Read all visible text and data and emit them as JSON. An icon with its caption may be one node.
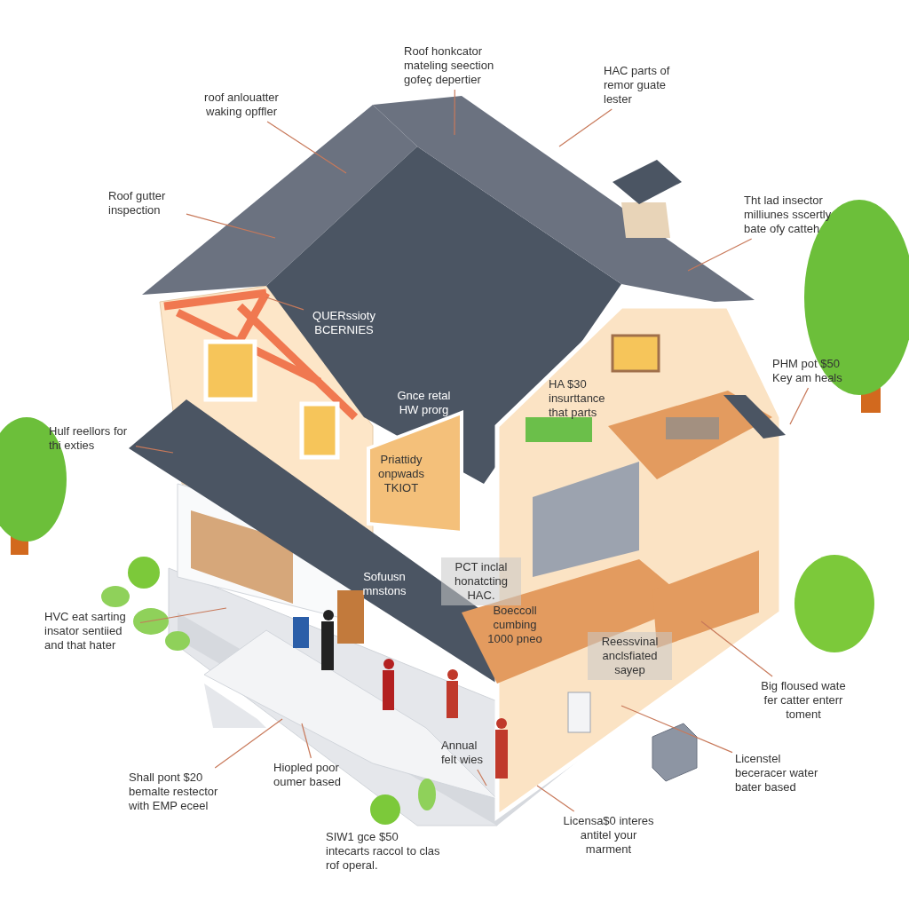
{
  "diagram": {
    "nodes": [
      {
        "text": [
          "roof anlouatter waking opffler"
        ]
      },
      {
        "text": [
          "Roof honkcator mateling seection gofeç depertier"
        ]
      },
      {
        "text": [
          "HAC parts of remor guate lester"
        ]
      },
      {
        "text": [
          "Roof gutter inspection"
        ]
      },
      {
        "text": [
          "Tht lad insector milliunes sscertly bate ofy catteh"
        ]
      },
      {
        "text": [
          "QUERssioty BCERNIES"
        ]
      },
      {
        "text": [
          "PHM pot $50 Key am heals"
        ]
      },
      {
        "text": [
          "Hulf reellors for thi exties"
        ]
      },
      {
        "text": [
          "HVC eat sarting insator sentiied and that hater"
        ]
      },
      {
        "text": [
          "Big floused wate fer catter enterr toment"
        ]
      },
      {
        "text": [
          "Licenstel beceracer water bater based"
        ]
      },
      {
        "text": [
          "Shall pont $20 bemalte restector with EMP eceel"
        ]
      },
      {
        "text": [
          "Hiopled poor oumer based"
        ]
      },
      {
        "text": [
          "Annual felt wies"
        ]
      },
      {
        "text": [
          "Licensa$0 interes antitel your marment"
        ]
      }
    ],
    "edges": [
      {
        "from": 0,
        "to": null,
        "arrow": "none"
      },
      {
        "from": 1,
        "to": null,
        "arrow": "none"
      },
      {
        "from": 2,
        "to": null,
        "arrow": "none"
      },
      {
        "from": 3,
        "to": null,
        "arrow": "none"
      },
      {
        "from": 4,
        "to": null,
        "arrow": "none"
      },
      {
        "from": 5,
        "to": null,
        "arrow": "none"
      },
      {
        "from": 6,
        "to": null,
        "arrow": "none"
      },
      {
        "from": 7,
        "to": null,
        "arrow": "none"
      },
      {
        "from": 8,
        "to": null,
        "arrow": "none"
      },
      {
        "from": 9,
        "to": null,
        "arrow": "none"
      },
      {
        "from": 10,
        "to": null,
        "arrow": "none"
      },
      {
        "from": 11,
        "to": null,
        "arrow": "none"
      },
      {
        "from": 12,
        "to": null,
        "arrow": "none"
      },
      {
        "from": 13,
        "to": null,
        "arrow": "none"
      },
      {
        "from": 14,
        "to": null,
        "arrow": "none"
      }
    ],
    "labels": [
      "HA $30 insurttance that parts",
      "Gnce retal HW prorg",
      "Priattidy onpwads TKIOT",
      "PCT inclal honatcting HAC.",
      "Boeccoll cumbing 1000 pneo",
      "Sofuusn mnstons",
      "Reessvinal anclsfiated sayep",
      "SIW1 gce $50 intecarts raccol to clas rof operal."
    ]
  }
}
